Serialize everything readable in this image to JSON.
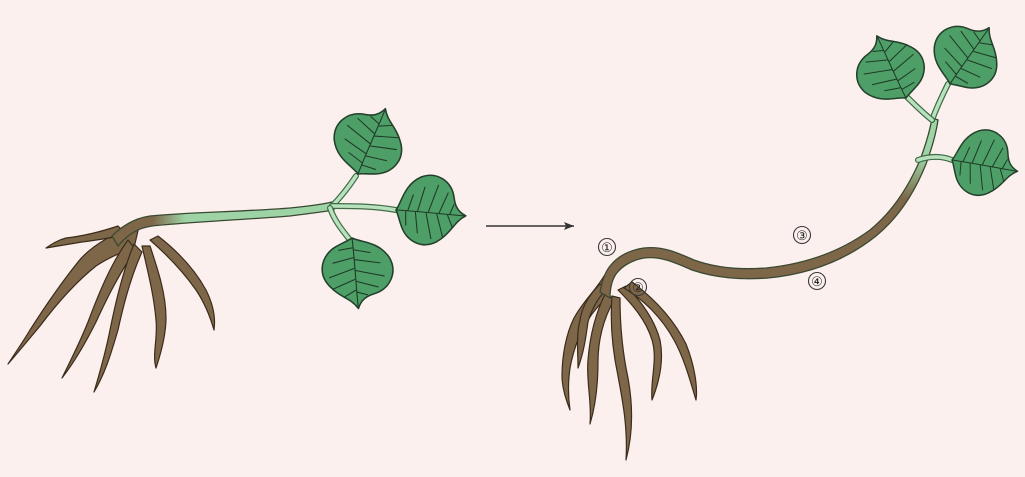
{
  "diagram": {
    "labels": [
      {
        "id": "1",
        "text": "①"
      },
      {
        "id": "2",
        "text": "②"
      },
      {
        "id": "3",
        "text": "③"
      },
      {
        "id": "4",
        "text": "④"
      }
    ],
    "colors": {
      "background": "#fcf0ee",
      "stem": "#9ed3a6",
      "leaf": "#4e9e67",
      "root": "#7e6648",
      "arrow": "#333333"
    }
  }
}
